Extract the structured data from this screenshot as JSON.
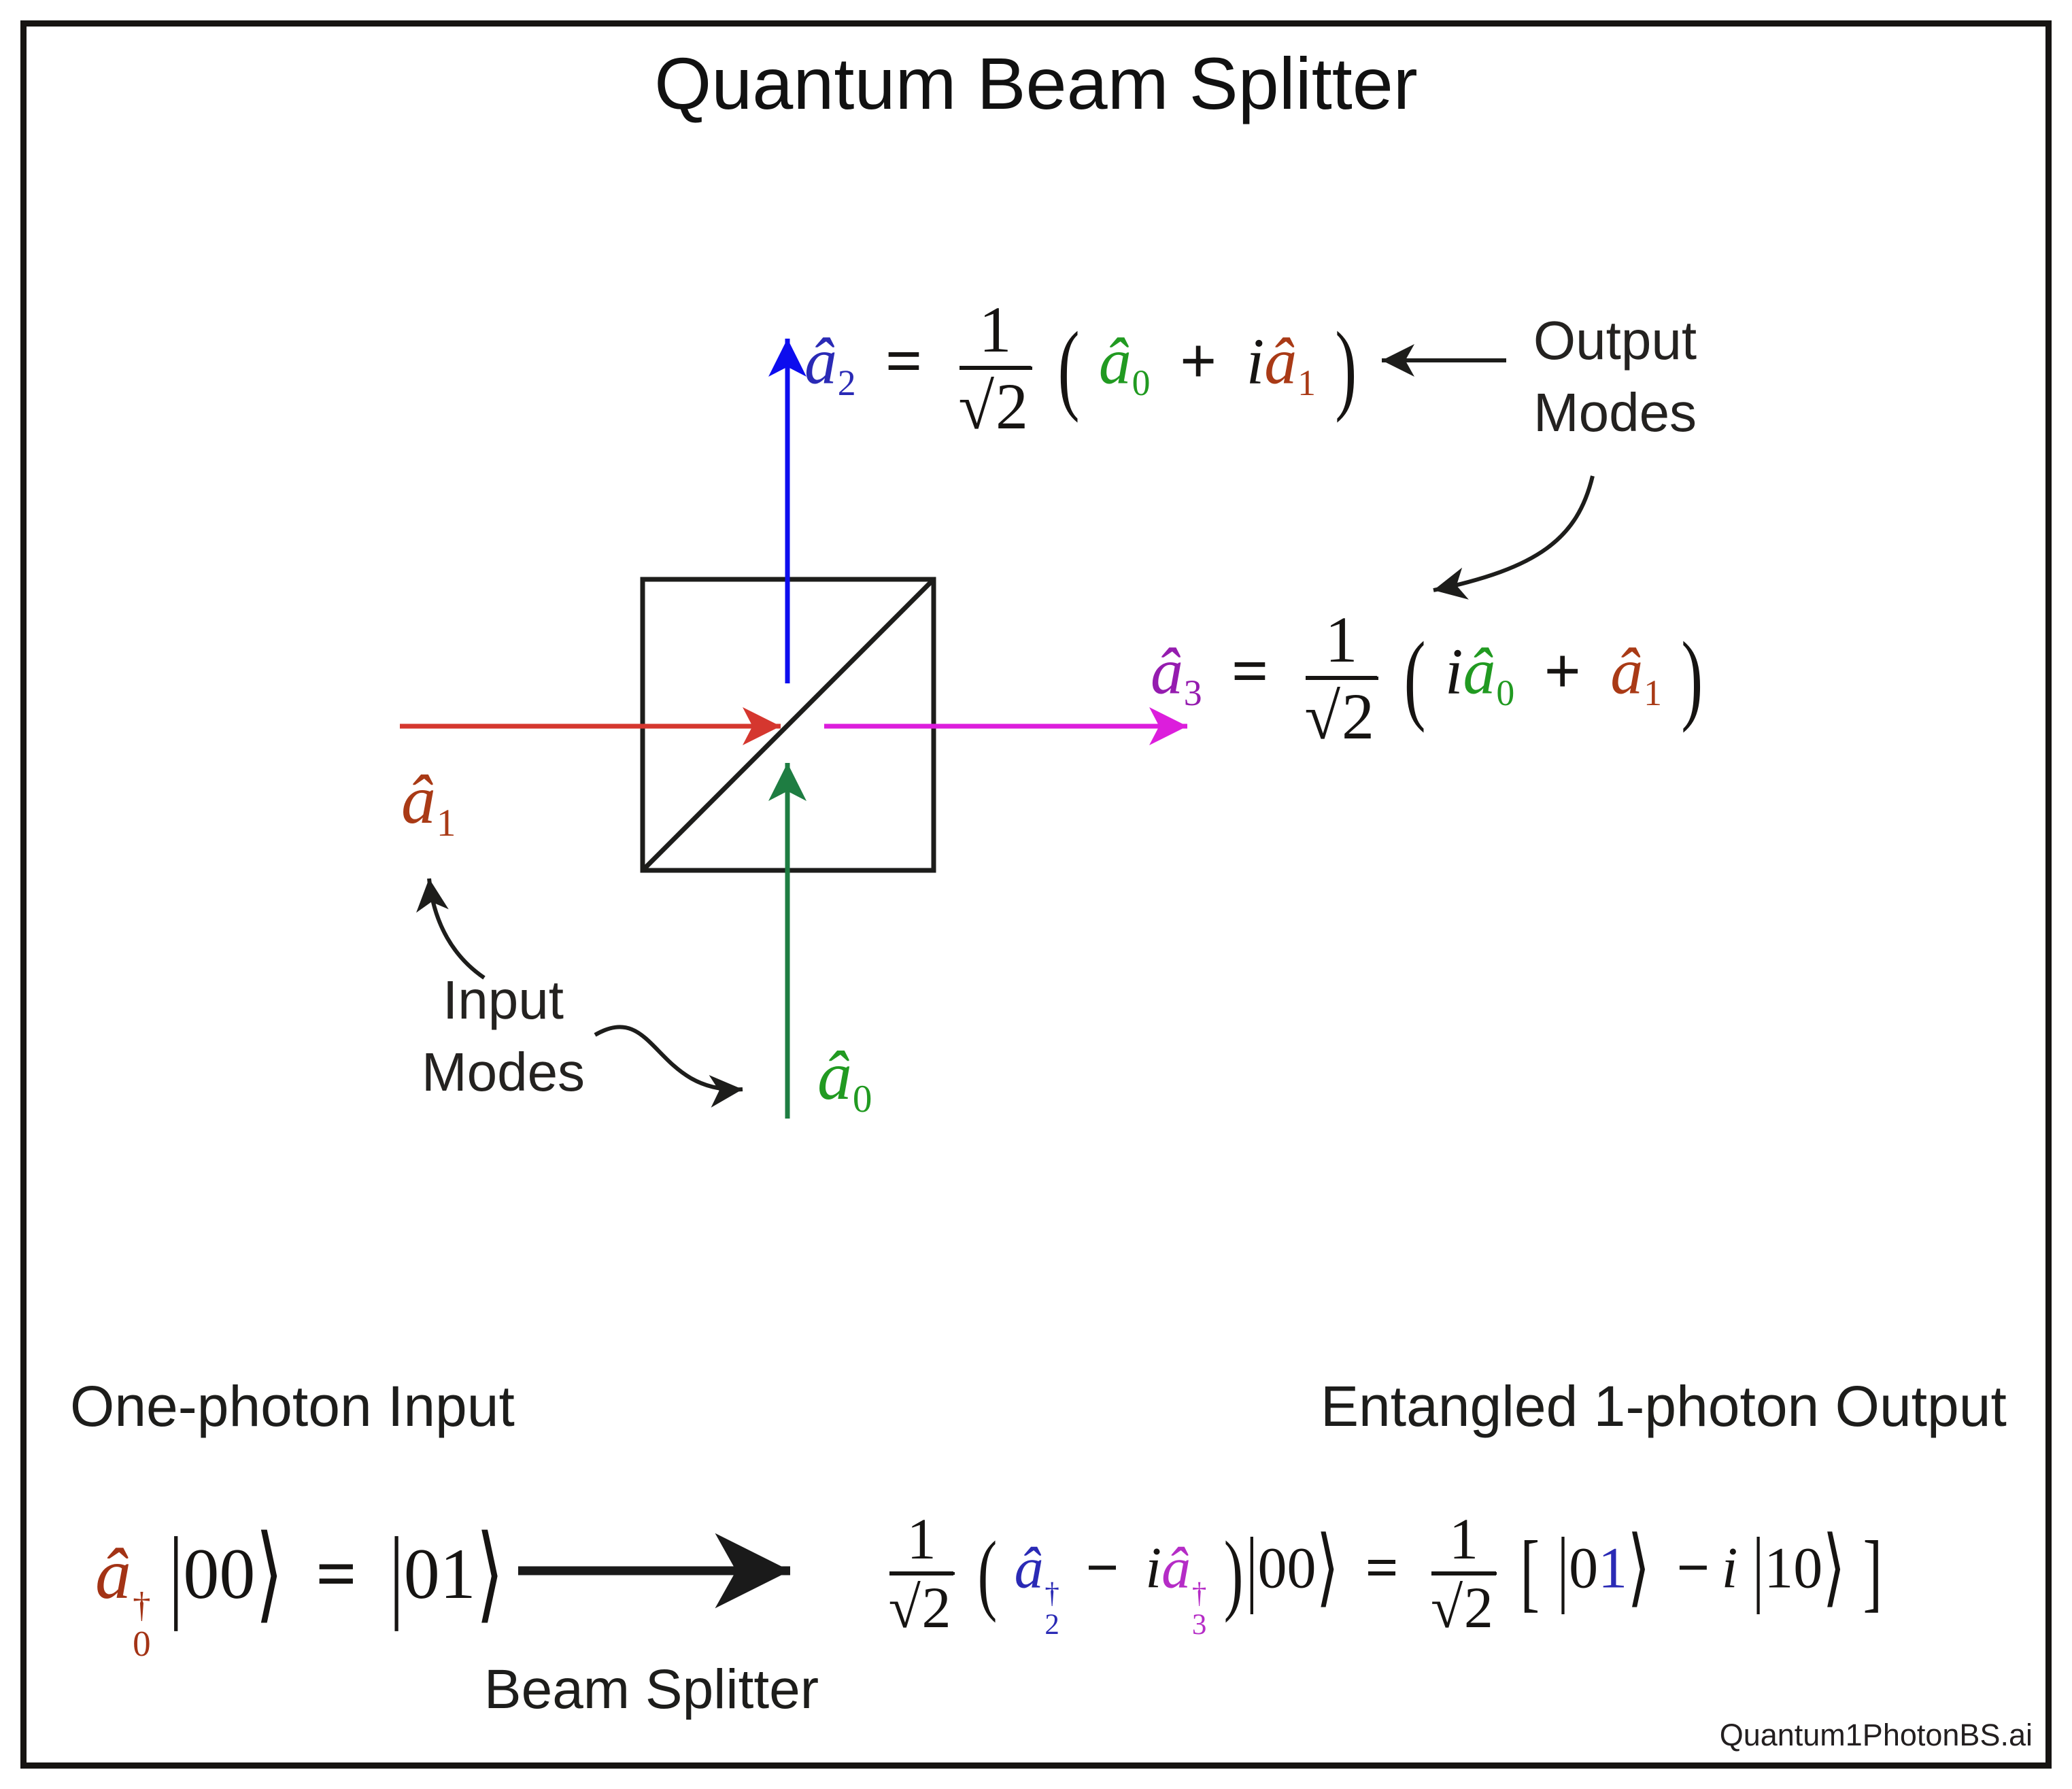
{
  "title": "Quantum Beam Splitter",
  "credit": "Quantum1PhotonBS.ai",
  "colors": {
    "beam_red": "#d5372f",
    "beam_blue": "#0d0dee",
    "beam_green": "#1e7d42",
    "beam_magenta": "#dc1edc",
    "mode_a0_green": "#219a21",
    "mode_a1_rust": "#a93a16",
    "mode_a2_blue": "#2a2ab5",
    "mode_a3_purple": "#951caf",
    "mode_a3_bright_purple": "#b52cc6",
    "input_op_rust": "#a33315",
    "ink": "#1d1d1b"
  },
  "annotations": {
    "output_modes_line1": "Output",
    "output_modes_line2": "Modes",
    "input_modes_line1": "Input",
    "input_modes_line2": "Modes",
    "one_photon_input": "One-photon Input",
    "entangled_output": "Entangled 1-photon Output",
    "beam_splitter": "Beam Splitter"
  },
  "symbols": {
    "a_hat": "â",
    "i": "i",
    "equals": "=",
    "plus": "+",
    "minus": "−",
    "dagger": "†",
    "one": "1",
    "radical": "√",
    "two": "2",
    "lparen": "(",
    "rparen": ")",
    "lbracket": "[",
    "rbracket": "]",
    "bar": "|",
    "rangle": "⟩",
    "sub0": "0",
    "sub1": "1",
    "sub2": "2",
    "sub3": "3",
    "digits00": "00",
    "digits01": "01",
    "digits10": "10",
    "digit0": "0",
    "digit1": "1"
  }
}
